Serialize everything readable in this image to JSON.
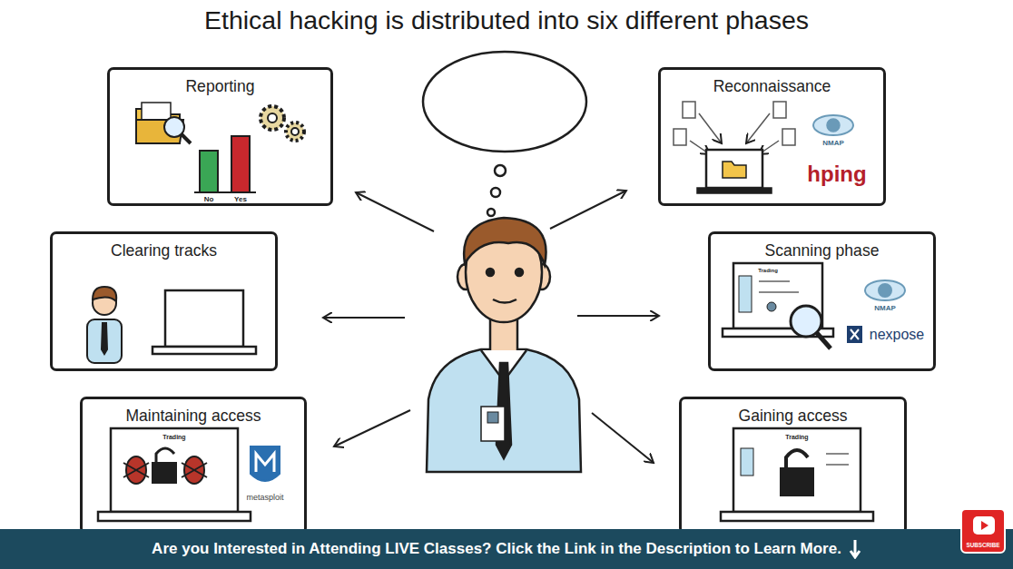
{
  "diagram": {
    "title": "Ethical hacking is distributed into six different phases",
    "nodes": [
      {
        "text": [
          "Reporting"
        ]
      },
      {
        "text": [
          "Reconnaissance"
        ]
      },
      {
        "text": [
          "Clearing tracks"
        ]
      },
      {
        "text": [
          "Scanning phase"
        ]
      },
      {
        "text": [
          "Maintaining access"
        ]
      },
      {
        "text": [
          "Gaining access"
        ]
      },
      {
        "text": [
          "Are you Interested in Attending LIVE Classes? Click the Link in the Description to Learn More."
        ]
      },
      {
        "text": [
          "SUBSCRIBE"
        ]
      }
    ],
    "labels": [
      "No",
      "Yes",
      "NMAP",
      "hping",
      "Trading",
      "NMAP",
      "nexpose",
      "Trading",
      "metasploit",
      "Trading"
    ]
  }
}
